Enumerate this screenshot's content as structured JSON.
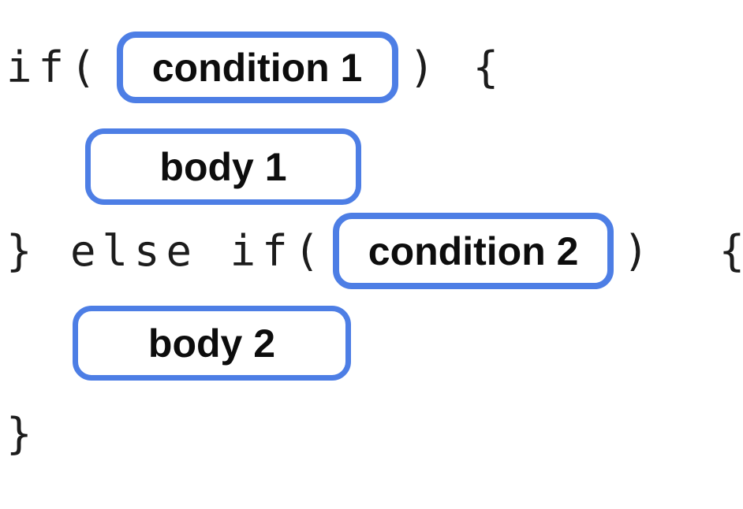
{
  "page": {
    "background": "#ffffff"
  },
  "colors": {
    "box_border_blue": "#4d7ee5",
    "code_text": "#1c1c1c",
    "label_text": "#0d0d0d"
  },
  "code": {
    "line1_prefix": "if(",
    "line1_suffix": ") {",
    "line3_prefix": "} else if(",
    "line3_suffix": ")  {",
    "line5_close": "}"
  },
  "placeholders": {
    "condition1": "condition 1",
    "body1": "body 1",
    "condition2": "condition 2",
    "body2": "body 2"
  }
}
